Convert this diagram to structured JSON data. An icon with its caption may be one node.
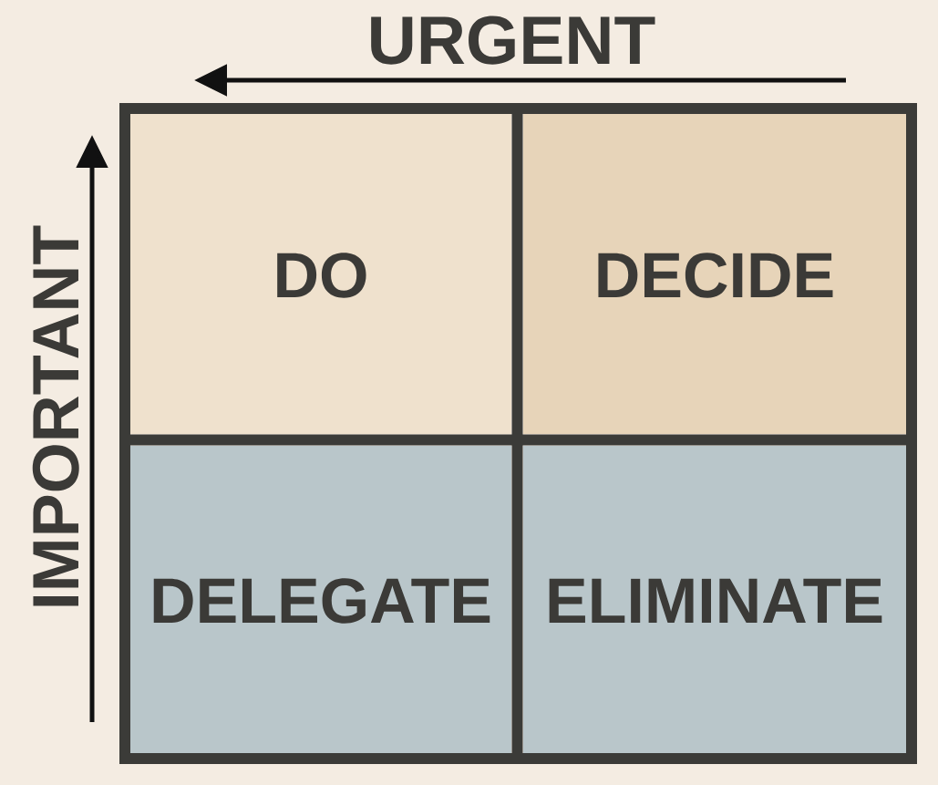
{
  "diagram": {
    "nodes": [
      {
        "text": [
          "DO"
        ]
      },
      {
        "text": [
          "DECIDE"
        ]
      },
      {
        "text": [
          "DELEGATE"
        ]
      },
      {
        "text": [
          "ELIMINATE"
        ]
      }
    ],
    "labels": [
      "URGENT",
      "IMPORTANT"
    ]
  }
}
